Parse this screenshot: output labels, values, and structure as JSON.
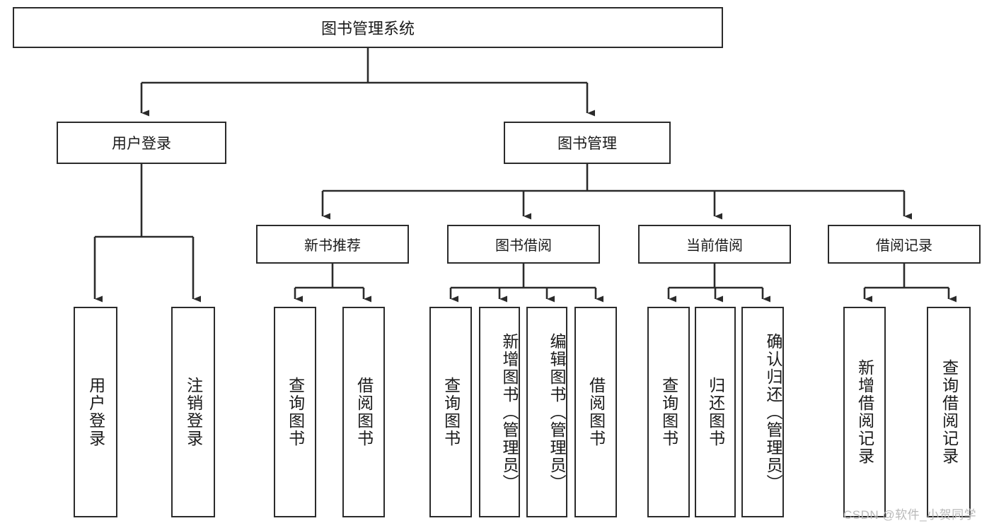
{
  "diagram": {
    "type": "tree",
    "title": "图书管理系统",
    "root": {
      "label": "图书管理系统"
    },
    "level1": [
      {
        "label": "用户登录"
      },
      {
        "label": "图书管理"
      }
    ],
    "level2": [
      {
        "label": "新书推荐"
      },
      {
        "label": "图书借阅"
      },
      {
        "label": "当前借阅"
      },
      {
        "label": "借阅记录"
      }
    ],
    "leaves": {
      "user_login": [
        {
          "label": "用户登录"
        },
        {
          "label": "注销登录"
        }
      ],
      "new_book_recommend": [
        {
          "label": "查询图书"
        },
        {
          "label": "借阅图书"
        }
      ],
      "book_borrow": [
        {
          "label": "查询图书"
        },
        {
          "label": "新增图书（管理员）"
        },
        {
          "label": "编辑图书（管理员）"
        },
        {
          "label": "借阅图书"
        }
      ],
      "current_borrow": [
        {
          "label": "查询图书"
        },
        {
          "label": "归还图书"
        },
        {
          "label": "确认归还（管理员）"
        }
      ],
      "borrow_record": [
        {
          "label": "新增借阅记录"
        },
        {
          "label": "查询借阅记录"
        }
      ]
    }
  },
  "watermark": {
    "text": "CSDN @软件_小贺同学"
  },
  "colors": {
    "box_border": "#2b2b2b",
    "box_fill": "#ffffff",
    "connector": "#2b2b2b",
    "text": "#1a1a1a",
    "watermark": "#b9b9b9"
  }
}
